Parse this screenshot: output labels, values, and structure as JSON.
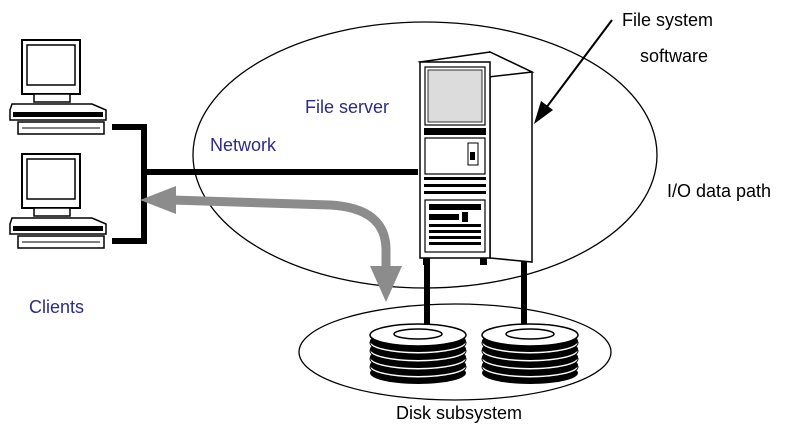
{
  "labels": {
    "file_system_software_line1": "File system",
    "file_system_software_line2": "software",
    "file_server": "File server",
    "network": "Network",
    "io_data_path": "I/O data path",
    "clients": "Clients",
    "disk_subsystem": "Disk subsystem"
  },
  "colors": {
    "label_blue": "#2b2b8c",
    "label_black": "#000000",
    "io_path_gray": "#8c8c8c",
    "network_line": "#000000"
  },
  "icons": {
    "clients": [
      "client-computer-icon",
      "client-computer-icon"
    ],
    "server": "file-server-tower-icon",
    "disks": [
      "disk-stack-icon",
      "disk-stack-icon"
    ]
  }
}
